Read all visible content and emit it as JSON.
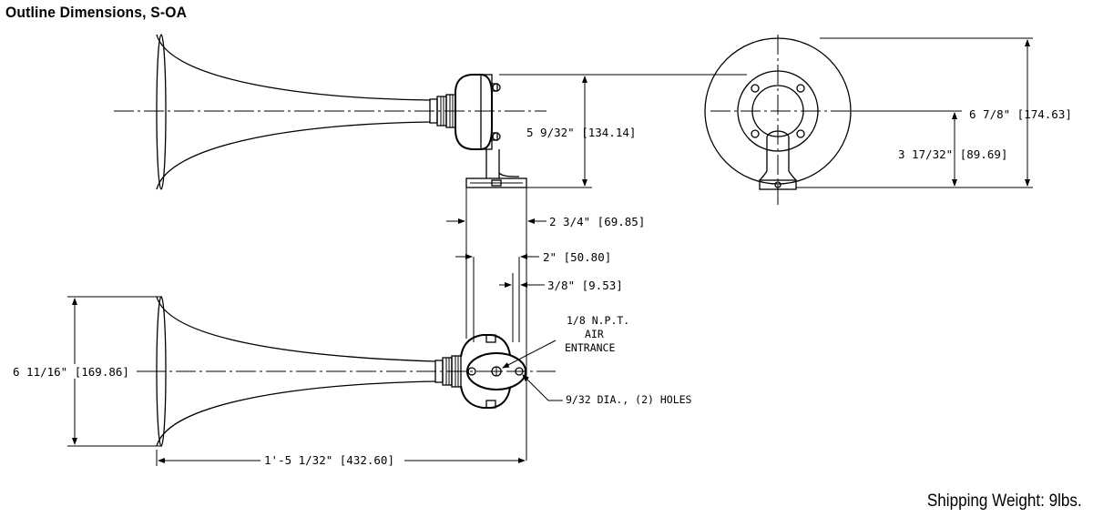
{
  "title": "Outline Dimensions, S-OA",
  "shipping_weight": "Shipping Weight: 9lbs.",
  "dimensions": {
    "mount_height": "5 9/32\" [134.14]",
    "bell_outer_dia": "6 7/8\" [174.63]",
    "center_height": "3 17/32\" [89.69]",
    "base_width": "2 3/4\" [69.85]",
    "hole_spacing": "2\" [50.80]",
    "hole_offset": "3/8\" [9.53]",
    "bell_dia_side": "6 11/16\" [169.86]",
    "overall_length": "1'-5 1/32\" [432.60]"
  },
  "notes": {
    "air_entrance_line1": "1/8 N.P.T.",
    "air_entrance_line2": "AIR",
    "air_entrance_line3": "ENTRANCE",
    "holes": "9/32 DIA., (2) HOLES"
  }
}
